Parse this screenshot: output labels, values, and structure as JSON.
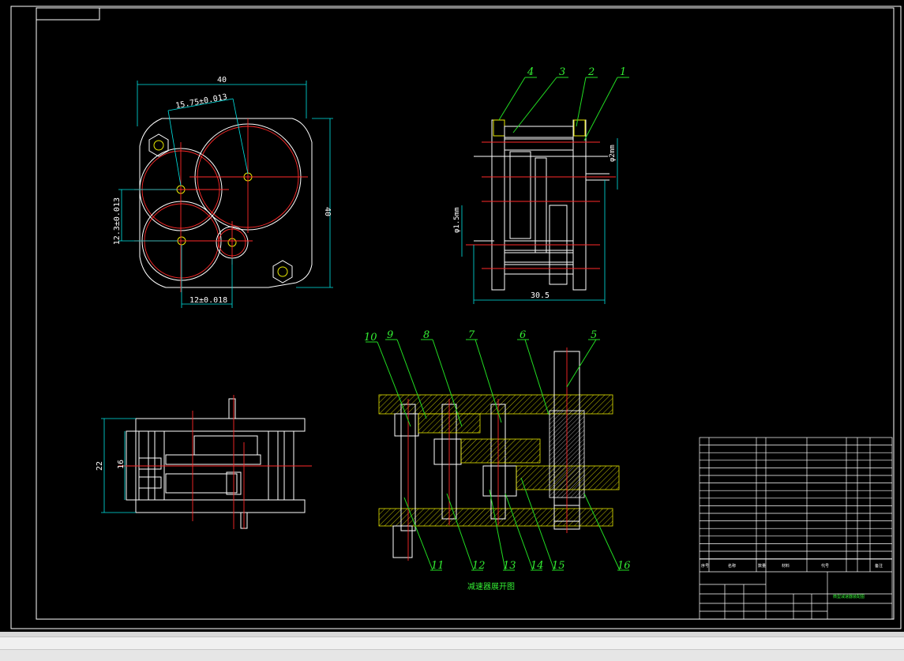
{
  "drawing": {
    "title": "减速器展开图",
    "part_numbers": [
      "1",
      "2",
      "3",
      "4",
      "5",
      "6",
      "7",
      "8",
      "9",
      "10",
      "11",
      "12",
      "13",
      "14",
      "15",
      "16"
    ],
    "dimensions": {
      "top_width": "40",
      "center_dist_a": "15.75±0.013",
      "height": "40",
      "vertical_dist": "12.3±0.013",
      "center_dist_b": "12±0.018",
      "side_width": "30.5",
      "bottom_total": "22",
      "bottom_inner": "16",
      "shaft_dia_a": "φ2mm",
      "shaft_dia_b": "φ1.5mm"
    },
    "title_block": {
      "header": [
        "序号",
        "名称",
        "数量",
        "材料",
        "代号",
        "备注"
      ],
      "drawing_name": "微型减速器装配图"
    }
  },
  "colors": {
    "background": "#000000",
    "outline": "#ffffff",
    "center_line": "#ff2a2a",
    "dimension": "#00e5e5",
    "leader": "#22dd22",
    "hatch": "#e8e800"
  }
}
